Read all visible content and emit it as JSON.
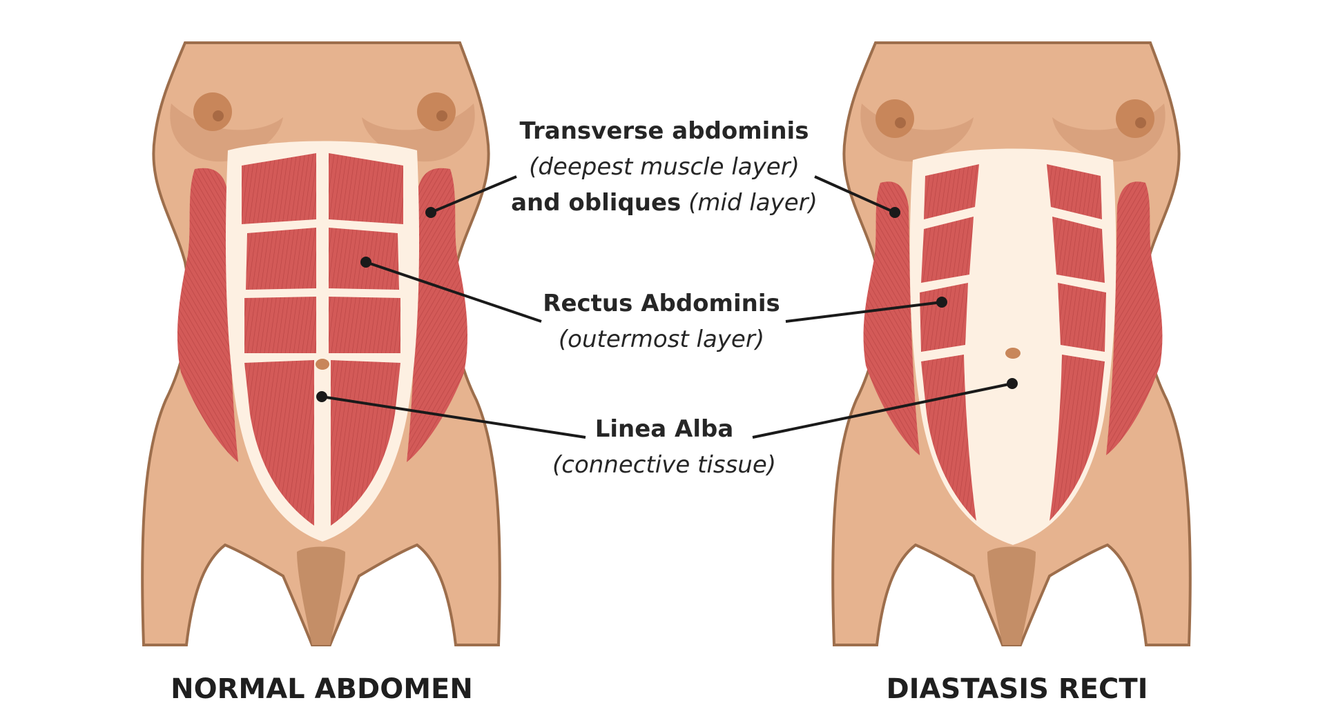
{
  "figures": [
    {
      "caption": "NORMAL ABDOMEN"
    },
    {
      "caption": "DIASTASIS RECTI"
    }
  ],
  "labels": {
    "transverse": {
      "title": "Transverse abdominis",
      "subtitle": "(deepest muscle layer)",
      "line3_bold": "and obliques",
      "line3_italic": "(mid layer)"
    },
    "rectus": {
      "title": "Rectus Abdominis",
      "subtitle": "(outermost layer)"
    },
    "linea": {
      "title": "Linea Alba",
      "subtitle": "(connective tissue)"
    }
  },
  "colors": {
    "skin": "#e6b38f",
    "skin_shadow": "#c48e67",
    "outline": "#9d6e4c",
    "muscle": "#d35a58",
    "muscle_dark": "#b94444",
    "sheath": "#fdf0e2",
    "nipple": "#c8865a",
    "leader": "#1a1a1a"
  }
}
